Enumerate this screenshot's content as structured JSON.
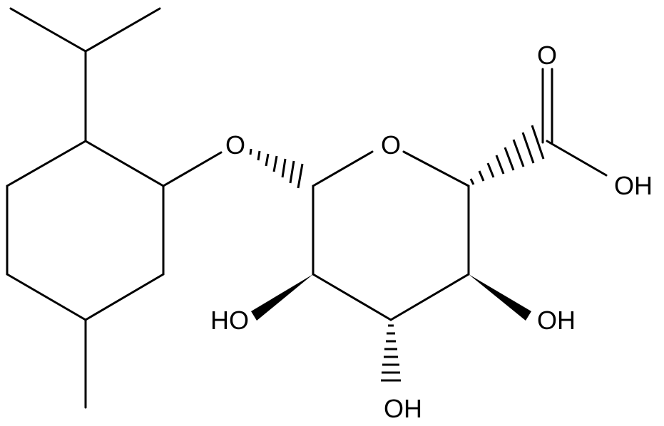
{
  "molecule": {
    "atom_labels": {
      "ether_o": "O",
      "ring_o": "O",
      "carbonyl_o": "O",
      "acid_oh": "OH",
      "ho_left": "HO",
      "oh_right": "OH",
      "oh_bottom": "OH"
    }
  }
}
